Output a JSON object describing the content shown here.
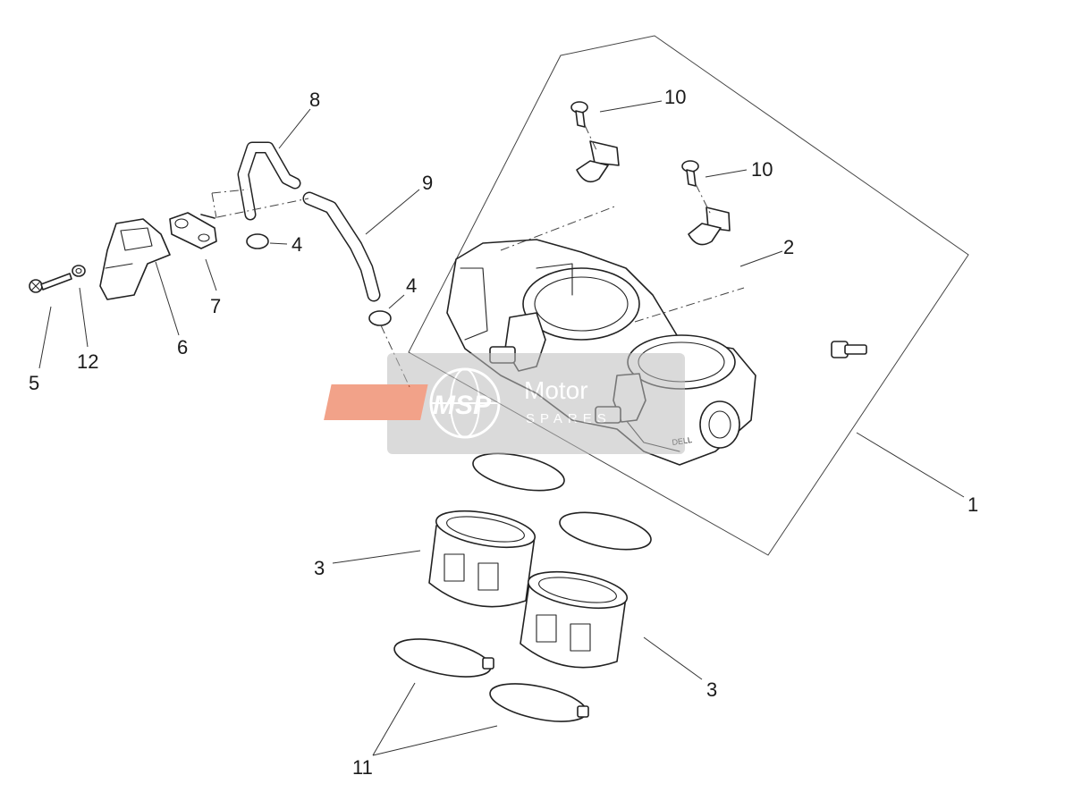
{
  "callouts": {
    "c1": "1",
    "c2": "2",
    "c3a": "3",
    "c3b": "3",
    "c4a": "4",
    "c4b": "4",
    "c5": "5",
    "c6": "6",
    "c7": "7",
    "c8": "8",
    "c9": "9",
    "c10a": "10",
    "c10b": "10",
    "c11": "11",
    "c12": "12"
  },
  "watermark": {
    "brand": "MSP",
    "line1": "Motor",
    "line2": "SPARES"
  },
  "colors": {
    "watermark_bg": "#bdbdbd",
    "watermark_logo": "#e8572a"
  }
}
